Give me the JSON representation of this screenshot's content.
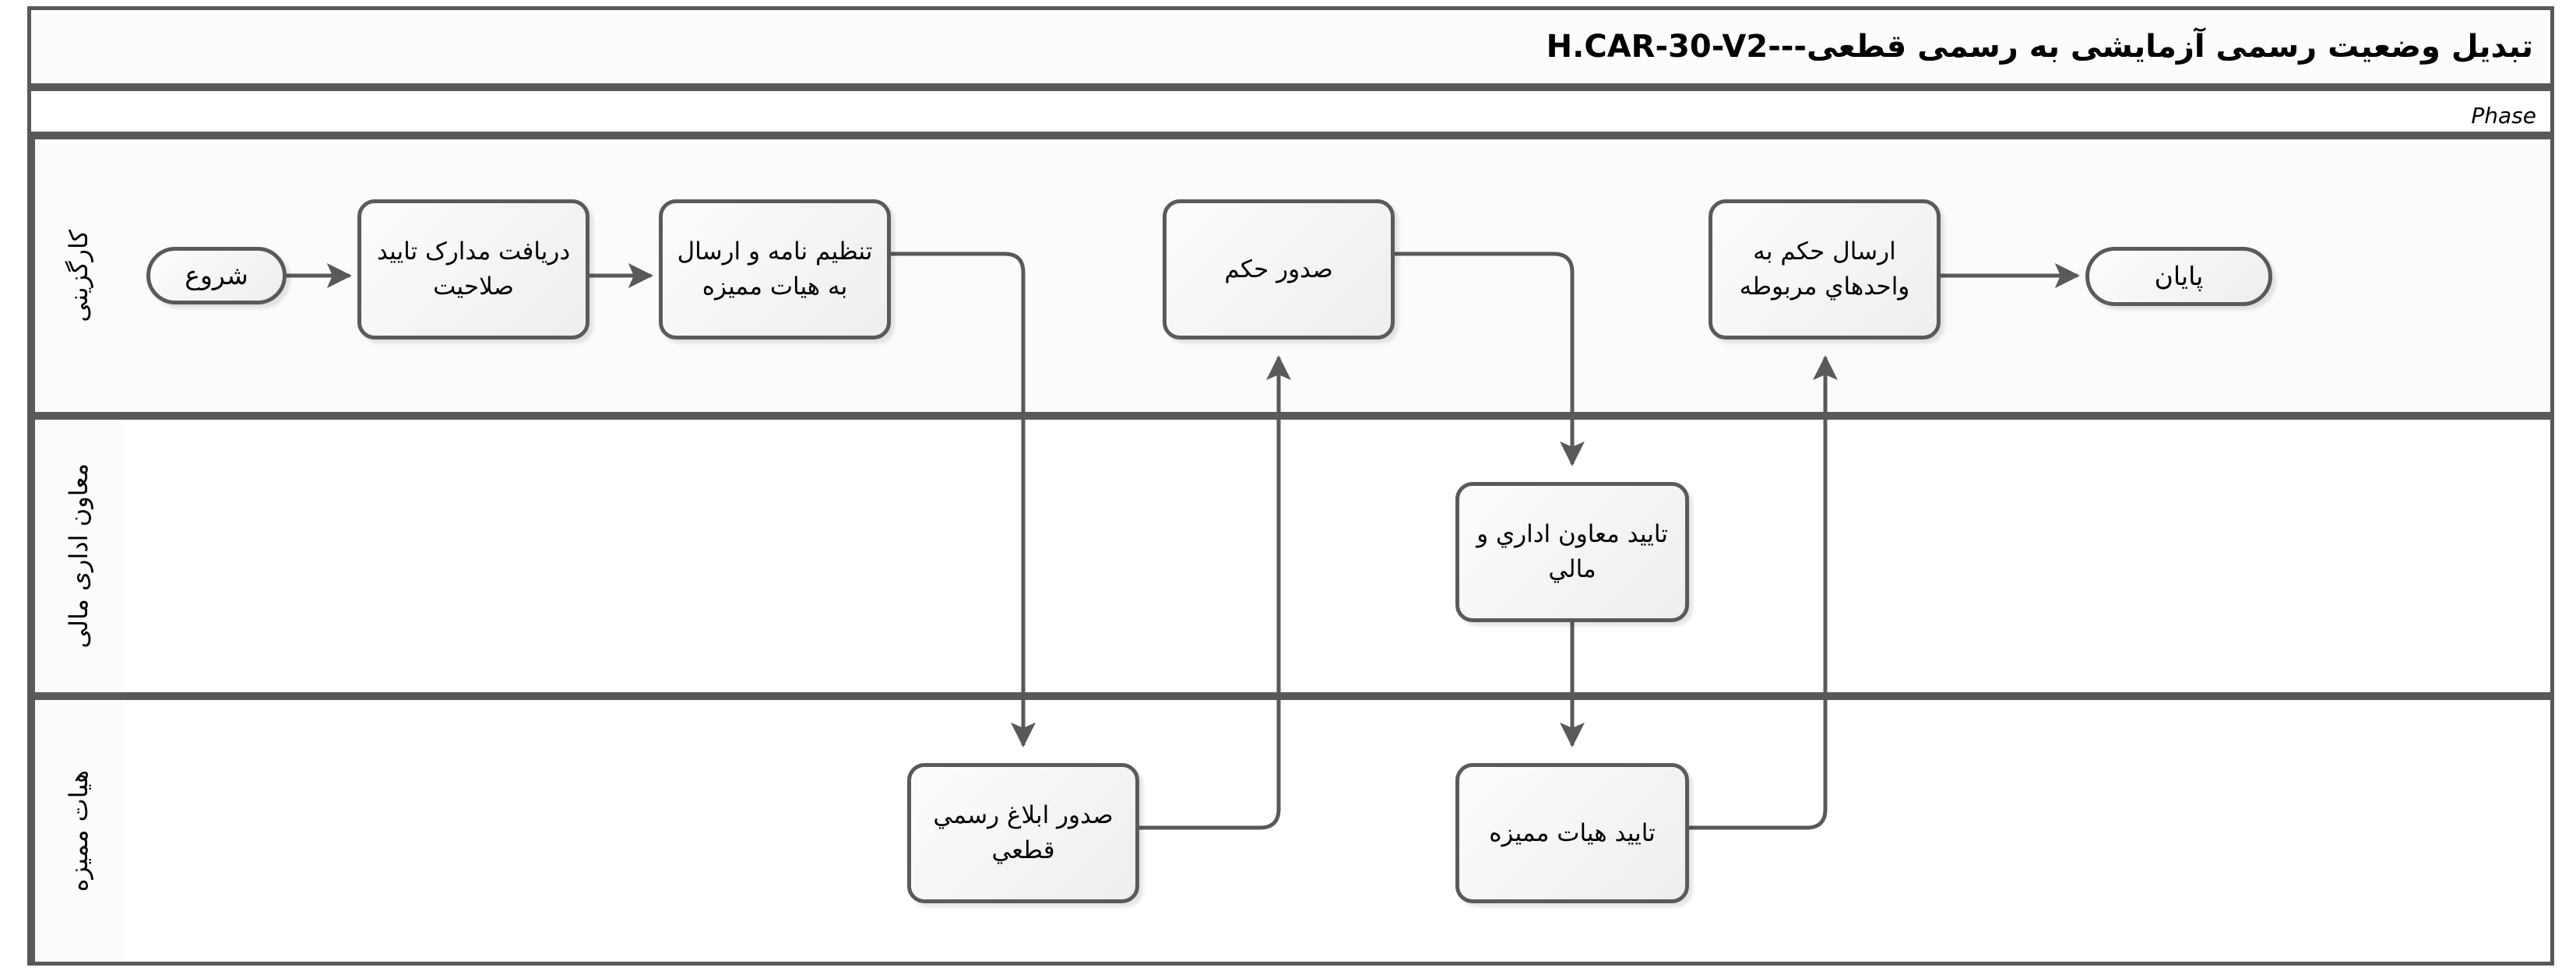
{
  "diagram": {
    "title": "تبدیل وضعیت رسمی آزمایشی به رسمی قطعی---H.CAR-30-V2",
    "phase_label": "Phase",
    "type": "bpmn-swimlane-flowchart",
    "language": "fa",
    "direction": "rtl",
    "colors": {
      "border": "#595959",
      "node_border": "#5a5a5a",
      "node_fill": "#f7f7f7",
      "connector": "#595959",
      "canvas": "#ffffff",
      "lane_alt_fill": "#fbfbfb"
    }
  },
  "lanes": [
    {
      "id": "lane-0",
      "label": "کارگزینی"
    },
    {
      "id": "lane-1",
      "label": "معاون اداری مالی"
    },
    {
      "id": "lane-2",
      "label": "هیات ممیزه"
    }
  ],
  "nodes": [
    {
      "id": "n-start",
      "lane": 0,
      "shape": "event",
      "label": "شروع"
    },
    {
      "id": "n-receive",
      "lane": 0,
      "shape": "task",
      "label": "دریافت مدارک تایید صلاحیت"
    },
    {
      "id": "n-letter",
      "lane": 0,
      "shape": "task",
      "label": "تنظیم نامه و ارسال به هیات ممیزه"
    },
    {
      "id": "n-issue",
      "lane": 0,
      "shape": "task",
      "label": "صدور حکم"
    },
    {
      "id": "n-send",
      "lane": 0,
      "shape": "task",
      "label": "ارسال حکم به واحدهاي مربوطه"
    },
    {
      "id": "n-end",
      "lane": 0,
      "shape": "event",
      "label": "پایان"
    },
    {
      "id": "n-deputy",
      "lane": 1,
      "shape": "task",
      "label": "تایید معاون اداري و مالي"
    },
    {
      "id": "n-notice",
      "lane": 2,
      "shape": "task",
      "label": "صدور ابلاغ رسمي قطعي"
    },
    {
      "id": "n-board",
      "lane": 2,
      "shape": "task",
      "label": "تایید هیات ممیزه"
    }
  ],
  "edges": [
    {
      "id": "e1",
      "from": "n-start",
      "to": "n-receive"
    },
    {
      "id": "e2",
      "from": "n-receive",
      "to": "n-letter"
    },
    {
      "id": "e3",
      "from": "n-letter",
      "to": "n-notice"
    },
    {
      "id": "e4",
      "from": "n-notice",
      "to": "n-issue"
    },
    {
      "id": "e5",
      "from": "n-issue",
      "to": "n-deputy"
    },
    {
      "id": "e6",
      "from": "n-deputy",
      "to": "n-board"
    },
    {
      "id": "e7",
      "from": "n-board",
      "to": "n-send"
    },
    {
      "id": "e8",
      "from": "n-send",
      "to": "n-end"
    }
  ]
}
